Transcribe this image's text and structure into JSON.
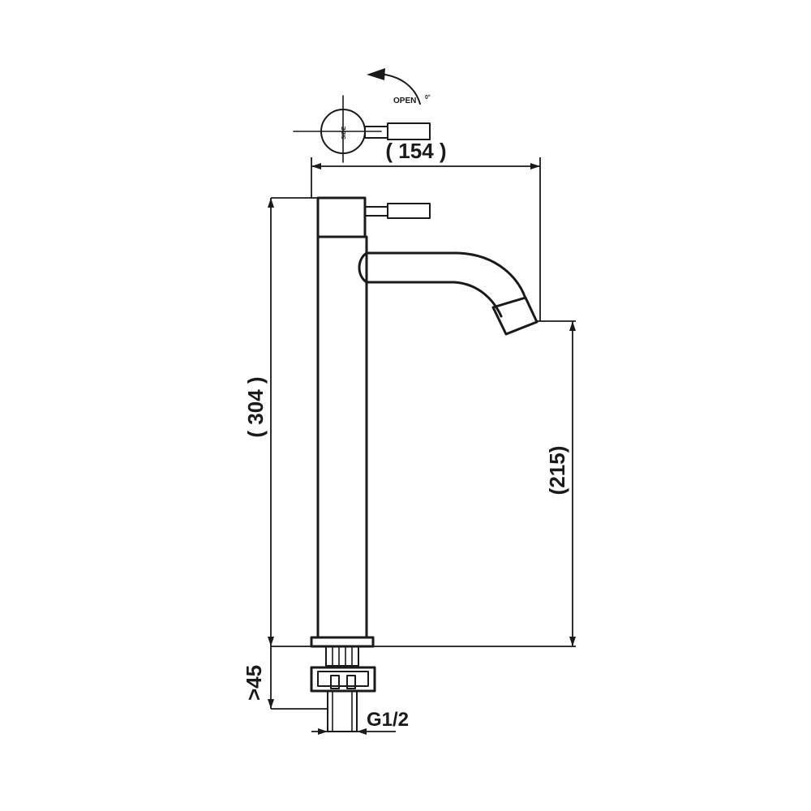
{
  "dimensions": {
    "overall_width": "( 154 )",
    "overall_height": "( 304 )",
    "spout_height": "(215)",
    "tail_length": ">45",
    "thread": "G1/2"
  },
  "handle_detail": {
    "open_label": "OPEN",
    "angle_label": "0°",
    "side_label": "SIDE"
  }
}
